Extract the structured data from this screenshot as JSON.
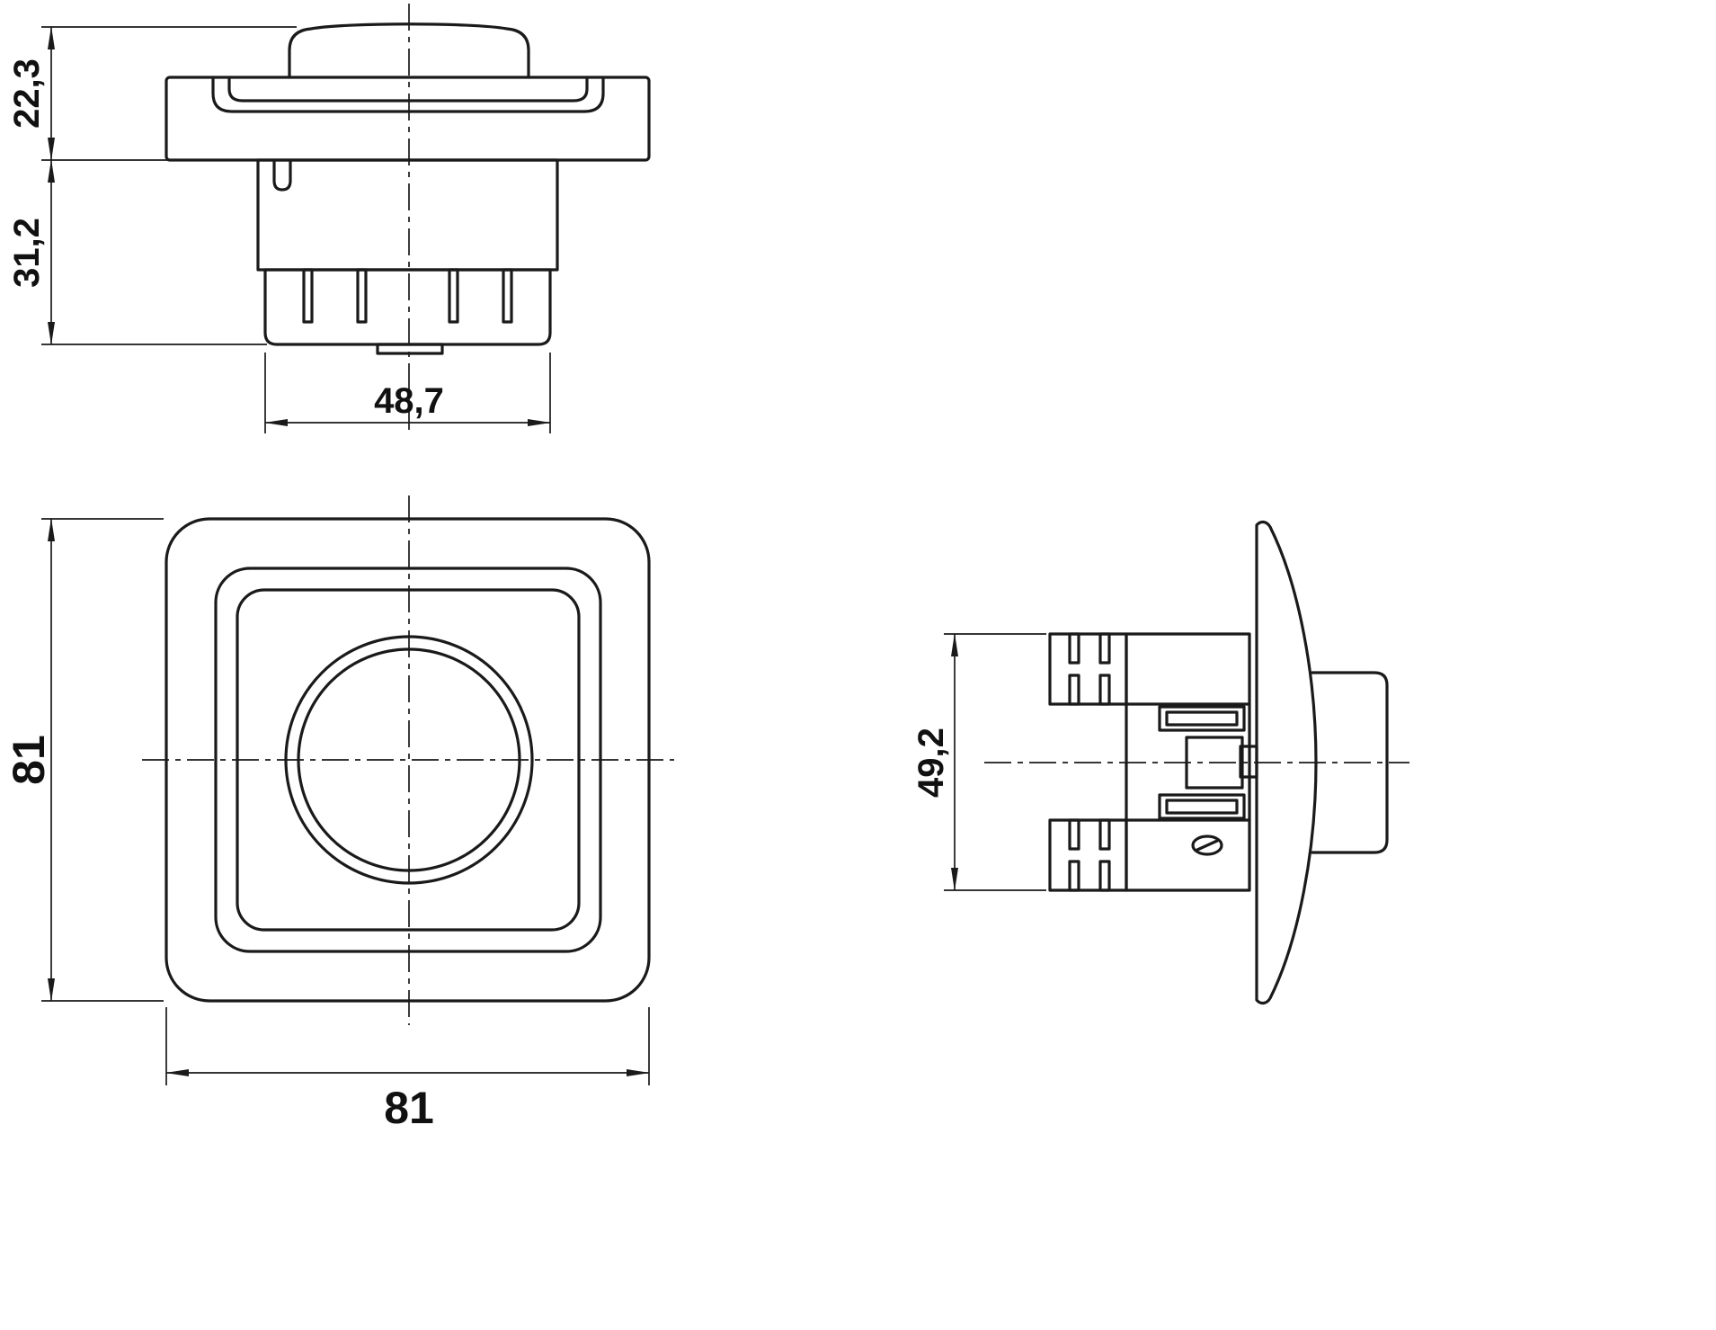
{
  "views": {
    "top": {
      "height_upper": "22,3",
      "height_lower": "31,2",
      "width": "48,7"
    },
    "front": {
      "height": "81",
      "width": "81"
    },
    "side": {
      "height": "49,2"
    }
  },
  "colors": {
    "line": "#1a1a1a",
    "background": "#ffffff"
  }
}
